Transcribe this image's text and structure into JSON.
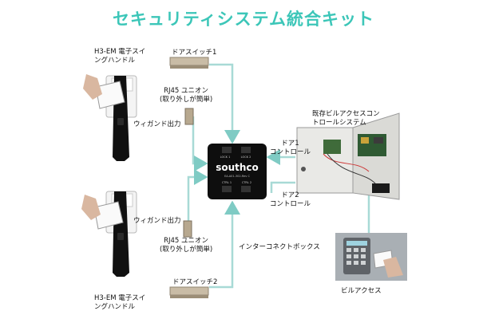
{
  "title": "セキュリティシステム統合キット",
  "colors": {
    "title": "#3cc6b8",
    "connector": "#a8dad6",
    "arrow": "#7fcbc4",
    "box": "#0e0e0e",
    "cabinet": "#e9e9e6",
    "tan": "#b7a88f"
  },
  "labels": {
    "handle_top": [
      "H3-EM 電子スイ",
      "ングハンドル"
    ],
    "handle_bottom": [
      "H3-EM 電子スイ",
      "ングハンドル"
    ],
    "door_switch_1": "ドアスイッチ1",
    "door_switch_2": "ドアスイッチ2",
    "rj45_top": [
      "RJ45 ユニオン",
      "(取り外しが簡単)"
    ],
    "rj45_bottom": [
      "RJ45 ユニオン",
      "(取り外しが簡単)"
    ],
    "wiegand_top": "ウィガンド出力",
    "wiegand_bottom": "ウィガンド出力",
    "door1_control": [
      "ドア1",
      "コントロール"
    ],
    "door2_control": [
      "ドア2",
      "コントロール"
    ],
    "existing_system": [
      "既存ビルアクセスコン",
      "トロールシステム"
    ],
    "interconnect_box": "インターコネクトボックス",
    "building_access": "ビルアクセス"
  },
  "box": {
    "brand": "southco",
    "ports_top": [
      "LOCK 1",
      "LOCK 2"
    ],
    "ports_bottom": [
      "CTRL 1",
      "CTRL 2"
    ],
    "model": "EA-A01-302-Rev C"
  }
}
